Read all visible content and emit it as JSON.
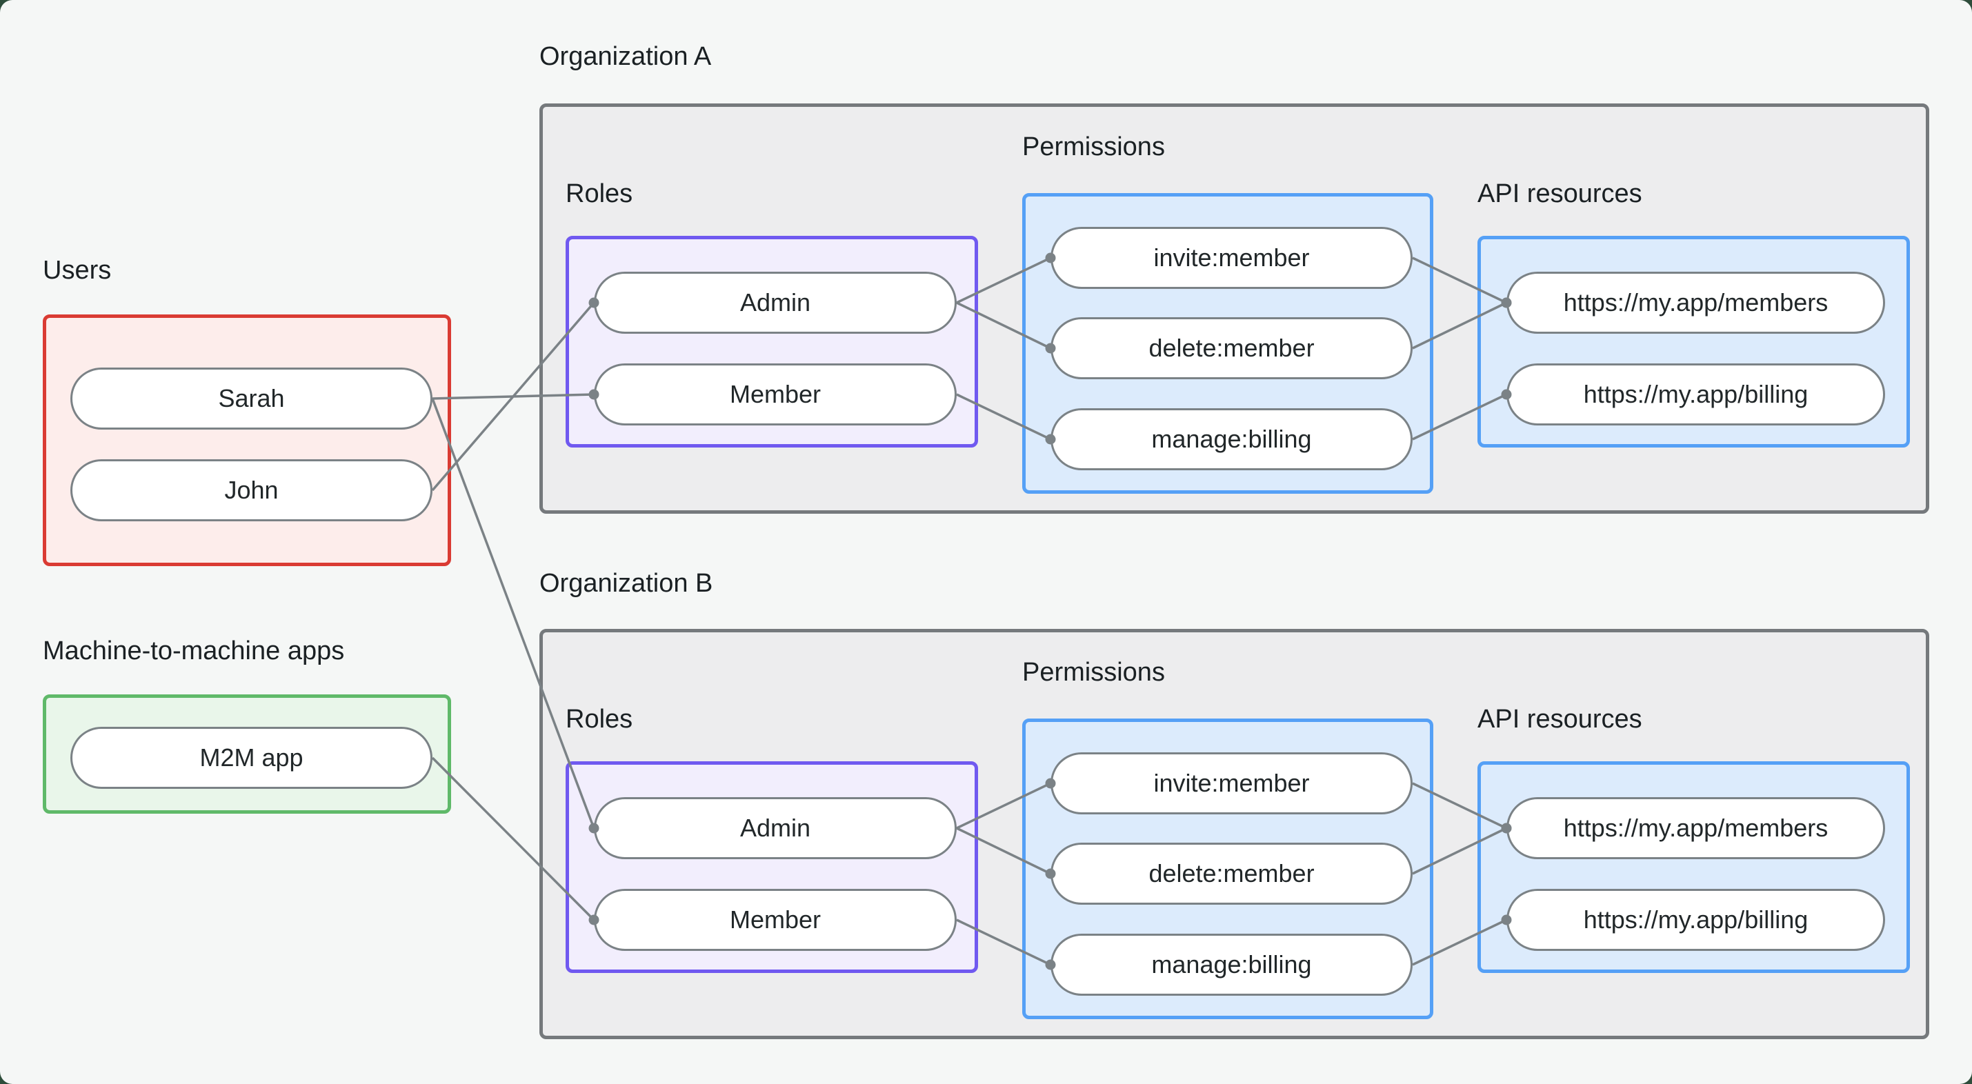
{
  "colors": {
    "outer_background": "#2e4d3b",
    "page_background": "#f5f7f6",
    "users_box_fill": "#fdedeb",
    "users_box_border": "#da3b33",
    "m2m_box_fill": "#e9f6ea",
    "m2m_box_border": "#5fb969",
    "org_box_fill": "#ededee",
    "org_box_border": "#75797c",
    "roles_box_fill": "#f2eefd",
    "roles_box_border": "#7059f0",
    "blue_box_fill": "#dcebfc",
    "blue_box_border": "#55a0f6",
    "pill_fill": "#ffffff",
    "pill_border": "#7b8286",
    "connector": "#7b8286",
    "label_text": "#1a2023",
    "pill_text": "#212729"
  },
  "users_group": {
    "label": "Users",
    "items": [
      {
        "id": "user-sarah",
        "label": "Sarah"
      },
      {
        "id": "user-john",
        "label": "John"
      }
    ]
  },
  "m2m_group": {
    "label": "Machine-to-machine apps",
    "items": [
      {
        "id": "m2m-app",
        "label": "M2M app"
      }
    ]
  },
  "orgs": [
    {
      "label": "Organization A",
      "roles_label": "Roles",
      "permissions_label": "Permissions",
      "api_label": "API resources",
      "roles": [
        {
          "id": "orgA-role-admin",
          "label": "Admin"
        },
        {
          "id": "orgA-role-member",
          "label": "Member"
        }
      ],
      "permissions": [
        {
          "id": "orgA-perm-invite",
          "label": "invite:member"
        },
        {
          "id": "orgA-perm-delete",
          "label": "delete:member"
        },
        {
          "id": "orgA-perm-manage",
          "label": "manage:billing"
        }
      ],
      "api_resources": [
        {
          "id": "orgA-api-members",
          "label": "https://my.app/members"
        },
        {
          "id": "orgA-api-billing",
          "label": "https://my.app/billing"
        }
      ]
    },
    {
      "label": "Organization B",
      "roles_label": "Roles",
      "permissions_label": "Permissions",
      "api_label": "API resources",
      "roles": [
        {
          "id": "orgB-role-admin",
          "label": "Admin"
        },
        {
          "id": "orgB-role-member",
          "label": "Member"
        }
      ],
      "permissions": [
        {
          "id": "orgB-perm-invite",
          "label": "invite:member"
        },
        {
          "id": "orgB-perm-delete",
          "label": "delete:member"
        },
        {
          "id": "orgB-perm-manage",
          "label": "manage:billing"
        }
      ],
      "api_resources": [
        {
          "id": "orgB-api-members",
          "label": "https://my.app/members"
        },
        {
          "id": "orgB-api-billing",
          "label": "https://my.app/billing"
        }
      ]
    }
  ],
  "edges": [
    {
      "from": "user-sarah",
      "to": "orgA-role-member"
    },
    {
      "from": "user-john",
      "to": "orgA-role-admin"
    },
    {
      "from": "user-sarah",
      "to": "orgB-role-admin"
    },
    {
      "from": "m2m-app",
      "to": "orgB-role-member"
    },
    {
      "from": "orgA-role-admin",
      "to": "orgA-perm-invite"
    },
    {
      "from": "orgA-role-admin",
      "to": "orgA-perm-delete"
    },
    {
      "from": "orgA-role-member",
      "to": "orgA-perm-manage"
    },
    {
      "from": "orgA-perm-invite",
      "to": "orgA-api-members"
    },
    {
      "from": "orgA-perm-delete",
      "to": "orgA-api-members"
    },
    {
      "from": "orgA-perm-manage",
      "to": "orgA-api-billing"
    },
    {
      "from": "orgB-role-admin",
      "to": "orgB-perm-invite"
    },
    {
      "from": "orgB-role-admin",
      "to": "orgB-perm-delete"
    },
    {
      "from": "orgB-role-member",
      "to": "orgB-perm-manage"
    },
    {
      "from": "orgB-perm-invite",
      "to": "orgB-api-members"
    },
    {
      "from": "orgB-perm-delete",
      "to": "orgB-api-members"
    },
    {
      "from": "orgB-perm-manage",
      "to": "orgB-api-billing"
    }
  ]
}
